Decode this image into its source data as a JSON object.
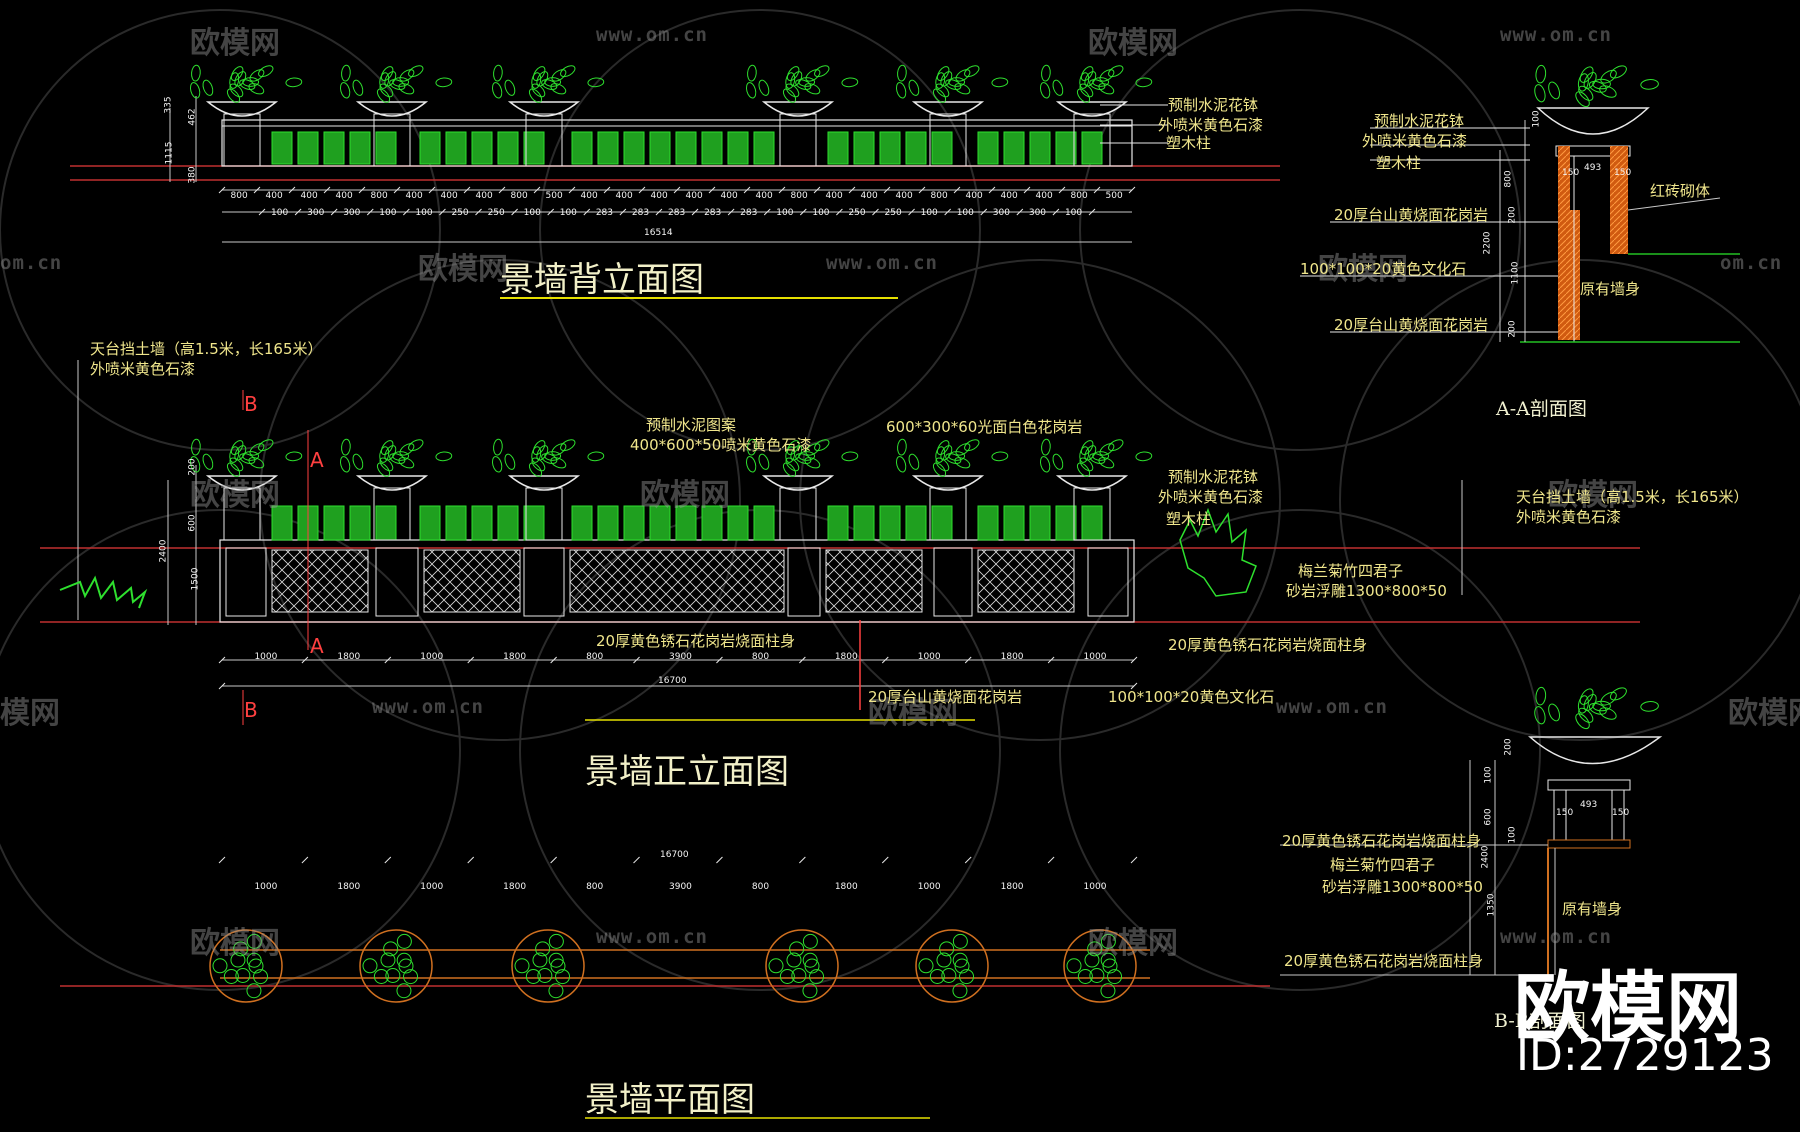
{
  "colors": {
    "background": "#000000",
    "text": "#f0e68c",
    "ground_line": "#c03030",
    "plant": "#2ee02e",
    "wall": "#e8e8e8",
    "brick": "#e06010"
  },
  "titles": {
    "back_elevation": "景墙背立面图",
    "front_elevation": "景墙正立面图",
    "plan": "景墙平面图",
    "section_a": "A-A剖面图",
    "section_b": "B-B剖面图"
  },
  "back_elevation": {
    "labels": [
      "预制水泥花钵",
      "外喷米黄色石漆",
      "塑木柱"
    ],
    "top_dims": [
      "800",
      "400",
      "400",
      "400",
      "800",
      "400",
      "400",
      "400",
      "800",
      "500",
      "400",
      "400",
      "400",
      "400",
      "400",
      "400",
      "800",
      "400",
      "400",
      "400",
      "800",
      "400",
      "400",
      "400",
      "800",
      "500"
    ],
    "bottom_dims": [
      "100",
      "300",
      "300",
      "100",
      "100",
      "250",
      "250",
      "100",
      "100",
      "283",
      "283",
      "283",
      "283",
      "283",
      "100",
      "100",
      "250",
      "250",
      "100",
      "100",
      "300",
      "300",
      "100"
    ],
    "total": "16514",
    "left_dims": [
      "335",
      "462",
      "1115",
      "380"
    ]
  },
  "section_a": {
    "labels": [
      "预制水泥花钵",
      "外喷米黄色石漆",
      "塑木柱",
      "红砖砌体",
      "20厚台山黄烧面花岗岩",
      "100*100*20黄色文化石",
      "20厚台山黄烧面花岗岩",
      "原有墙身"
    ],
    "dims": [
      "100",
      "150",
      "493",
      "150",
      "800",
      "200",
      "2200",
      "1100",
      "200"
    ]
  },
  "front_elevation": {
    "left_note": [
      "天台挡土墙（高1.5米，长165米）",
      "外喷米黄色石漆"
    ],
    "top_labels": [
      "预制水泥图案",
      "400*600*50喷米黄色石漆",
      "600*300*60光面白色花岗岩"
    ],
    "right_labels": [
      "预制水泥花钵",
      "外喷米黄色石漆",
      "塑木柱",
      "梅兰菊竹四君子",
      "砂岩浮雕1300*800*50"
    ],
    "bottom_labels": [
      "20厚黄色锈石花岗岩烧面柱身",
      "20厚黄色锈石花岗岩烧面柱身",
      "20厚台山黄烧面花岗岩",
      "100*100*20黄色文化石"
    ],
    "right_note": [
      "天台挡土墙（高1.5米，长165米）",
      "外喷米黄色石漆"
    ],
    "bottom_dims": [
      "1000",
      "1800",
      "1000",
      "1800",
      "800",
      "3900",
      "800",
      "1800",
      "1000",
      "1800",
      "1000"
    ],
    "total": "16700",
    "left_dims": [
      "200",
      "600",
      "2400",
      "1500"
    ],
    "markers": [
      "B",
      "A",
      "A",
      "B"
    ]
  },
  "plan": {
    "dims": [
      "1000",
      "1800",
      "1000",
      "1800",
      "800",
      "3900",
      "800",
      "1800",
      "1000",
      "1800",
      "1000"
    ],
    "total": "16700"
  },
  "section_b": {
    "labels": [
      "20厚黄色锈石花岗岩烧面柱身",
      "梅兰菊竹四君子",
      "砂岩浮雕1300*800*50",
      "原有墙身",
      "20厚黄色锈石花岗岩烧面柱身"
    ],
    "dims": [
      "200",
      "150",
      "493",
      "150",
      "100",
      "600",
      "100",
      "2400",
      "1350"
    ]
  },
  "watermark": {
    "brand": "欧模网",
    "url": "www.om.cn",
    "url_short": "om.cn",
    "cut": "模网"
  },
  "brand_badge": {
    "name": "欧模网",
    "id": "ID:2729123"
  }
}
